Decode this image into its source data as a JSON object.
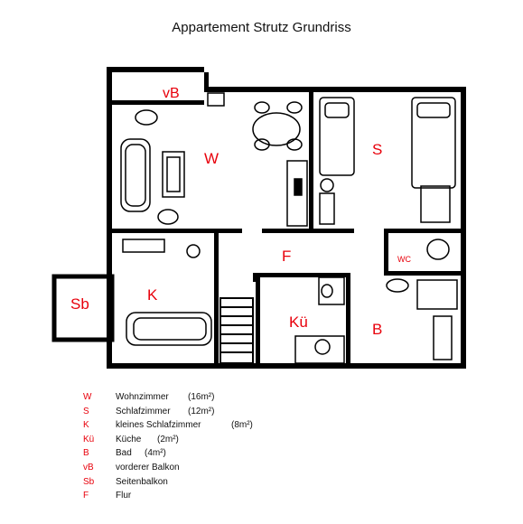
{
  "title": "Appartement Strutz Grundriss",
  "room_labels": {
    "vB": "vB",
    "W": "W",
    "S": "S",
    "F": "F",
    "WC": "WC",
    "K": "K",
    "Sb": "Sb",
    "Kue": "Kü",
    "B": "B"
  },
  "legend": [
    {
      "code": "W",
      "name": "Wohnzimmer",
      "area": "(16m²)"
    },
    {
      "code": "S",
      "name": "Schlafzimmer",
      "area": "(12m²)"
    },
    {
      "code": "K",
      "name": "kleines Schlafzimmer",
      "area": "(8m²)"
    },
    {
      "code": "Kü",
      "name": "Küche",
      "area": "(2m²)"
    },
    {
      "code": "B",
      "name": "Bad",
      "area": "(4m²)"
    },
    {
      "code": "vB",
      "name": "vorderer Balkon",
      "area": ""
    },
    {
      "code": "Sb",
      "name": "Seitenbalkon",
      "area": ""
    },
    {
      "code": "F",
      "name": "Flur",
      "area": ""
    }
  ],
  "colors": {
    "wall": "#000000",
    "label": "#e8000b"
  }
}
